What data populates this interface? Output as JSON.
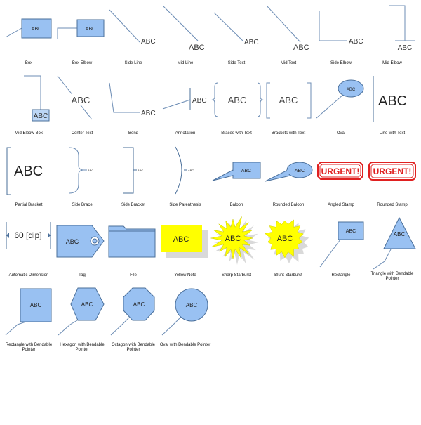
{
  "colors": {
    "fill": "#99c1f2",
    "stroke": "#4a6f9a",
    "line": "#6d8db5",
    "yellow": "#ffff00",
    "stamp_red": "#e02020",
    "shadow": "#d9d9d9",
    "text": "#222222"
  },
  "sample_text": "ABC",
  "dimension_text": "60 [dip]",
  "stamp_text": "URGENT!",
  "captions": {
    "box": "Box",
    "box_elbow": "Box Elbow",
    "side_line": "Side Line",
    "mid_line": "Mid Line",
    "side_text": "Side Text",
    "mid_text": "Mid Text",
    "side_elbow": "Side Elbow",
    "mid_elbow": "Mid Elbow",
    "mid_elbow_box": "Mid Elbow Box",
    "center_text": "Center Text",
    "bend": "Bend",
    "annotation": "Annotation",
    "braces_with_text": "Braces with Text",
    "brackets_with_text": "Brackets with Text",
    "oval": "Oval",
    "line_with_text": "Line with Text",
    "partial_bracket": "Partial Bracket",
    "side_brace": "Side Brace",
    "side_bracket": "Side Bracket",
    "side_parenthesis": "Side Parenthesis",
    "baloon": "Baloon",
    "rounded_baloon": "Rounded Baloon",
    "angled_stamp": "Angled Stamp",
    "rounded_stamp": "Rounded Stamp",
    "automatic_dimension": "Automatic Dimension",
    "tag": "Tag",
    "file": "File",
    "yellow_note": "Yellow Note",
    "sharp_starburst": "Sharp Starburst",
    "blunt_starburst": "Blunt Starburst",
    "rectangle": "Rectangle",
    "triangle_bendable": "Triangle with Bendable Pointer",
    "rectangle_bendable": "Rectangle with Bendable Pointer",
    "hexagon_bendable": "Hexagon with Bendable Pointer",
    "octagon_bendable": "Octagon with Bendable Pointer",
    "oval_bendable": "Oval with Bendable Pointer"
  }
}
